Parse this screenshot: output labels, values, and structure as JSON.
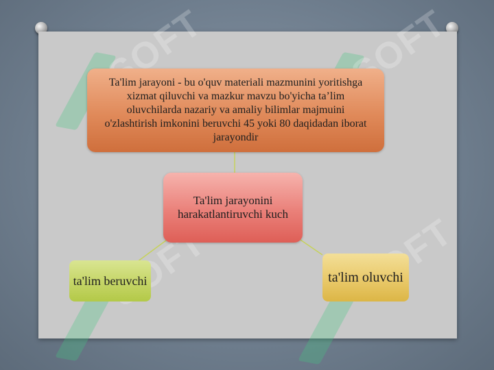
{
  "diagram": {
    "top_node": "Ta'lim jarayoni - bu o'quv materiali mazmunini yoritishga xizmat qiluvchi va mazkur mavzu bo'yicha ta’lim oluvchilarda nazariy va amaliy bilimlar majmuini o'zlashtirish imkonini beruvchi 45 yoki 80 daqidadan iborat jarayondir",
    "center_node": "Ta'lim jarayonini harakatlantiruvchi kuch",
    "left_node": "ta'lim beruvchi",
    "right_node": "ta'lim oluvchi"
  },
  "watermark": {
    "text": "SOFT"
  },
  "colors": {
    "top_node": "#e08a5a",
    "center_node": "#ea8079",
    "left_node": "#c5d566",
    "right_node": "#e9c96a",
    "connector": "#c6d25a",
    "background": "#6e7d8d",
    "panel": "#c9c9c9"
  }
}
